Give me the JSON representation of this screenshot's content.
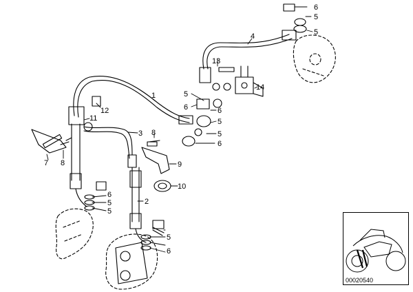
{
  "diagram": {
    "callouts": [
      {
        "id": "c1",
        "text": "1"
      },
      {
        "id": "c2",
        "text": "2"
      },
      {
        "id": "c3",
        "text": "3"
      },
      {
        "id": "c4",
        "text": "4"
      },
      {
        "id": "c5a",
        "text": "5"
      },
      {
        "id": "c5b",
        "text": "5"
      },
      {
        "id": "c5c",
        "text": "5"
      },
      {
        "id": "c5d",
        "text": "5"
      },
      {
        "id": "c5e",
        "text": "5"
      },
      {
        "id": "c5f",
        "text": "5"
      },
      {
        "id": "c5g",
        "text": "5"
      },
      {
        "id": "c5h",
        "text": "5"
      },
      {
        "id": "c6a",
        "text": "6"
      },
      {
        "id": "c6b",
        "text": "6"
      },
      {
        "id": "c6c",
        "text": "6"
      },
      {
        "id": "c6d",
        "text": "6"
      },
      {
        "id": "c6e",
        "text": "6"
      },
      {
        "id": "c6f",
        "text": "6"
      },
      {
        "id": "c7",
        "text": "7"
      },
      {
        "id": "c8a",
        "text": "8"
      },
      {
        "id": "c8b",
        "text": "8"
      },
      {
        "id": "c9",
        "text": "9"
      },
      {
        "id": "c10",
        "text": "10"
      },
      {
        "id": "c11",
        "text": "11"
      },
      {
        "id": "c12",
        "text": "12"
      },
      {
        "id": "c13",
        "text": "13"
      },
      {
        "id": "c14",
        "text": "14"
      }
    ],
    "inset_code": "00020540"
  }
}
